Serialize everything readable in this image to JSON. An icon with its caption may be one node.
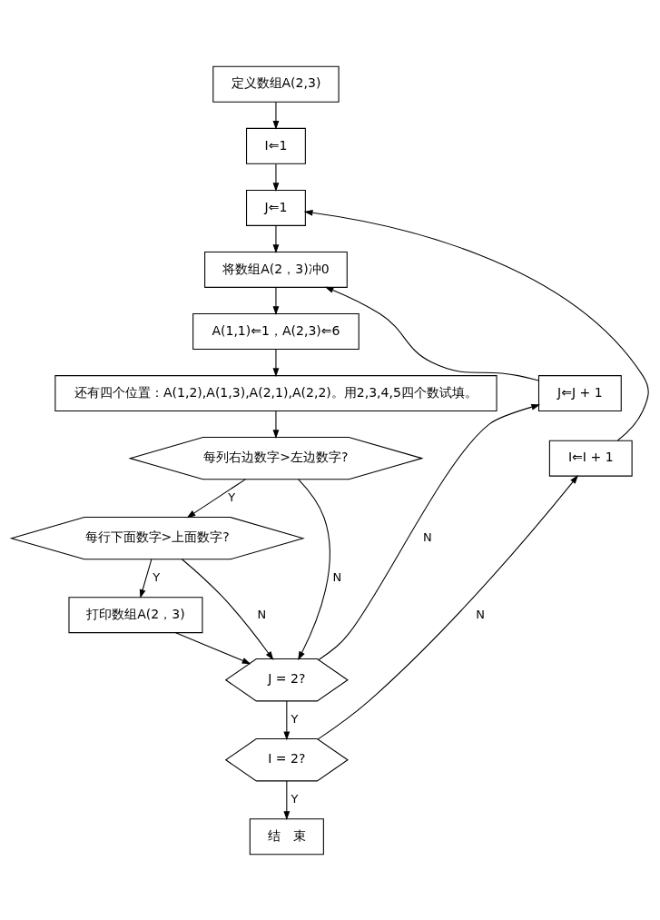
{
  "diagram": {
    "nodes": [
      {
        "text": [
          "定义数组A(2,3)"
        ]
      },
      {
        "text": [
          "I⇐1"
        ]
      },
      {
        "text": [
          "J⇐1"
        ]
      },
      {
        "text": [
          "将数组A(2，3)冲0"
        ]
      },
      {
        "text": [
          "A(1,1)⇐1，A(2,3)⇐6"
        ]
      },
      {
        "text": [
          "还有四个位置：A(1,2),A(1,3),A(2,1),A(2,2)。用2,3,4,5四个数试填。"
        ]
      },
      {
        "text": [
          "每列右边数字>左边数字?"
        ]
      },
      {
        "text": [
          "每行下面数字>上面数字?"
        ]
      },
      {
        "text": [
          "打印数组A(2，3)"
        ]
      },
      {
        "text": [
          "J = 2?"
        ]
      },
      {
        "text": [
          "I = 2?"
        ]
      },
      {
        "text": [
          "结　束"
        ]
      },
      {
        "text": [
          "J⇐J + 1"
        ]
      },
      {
        "text": [
          "I⇐I + 1"
        ]
      }
    ],
    "edges": [
      {
        "from": 0,
        "to": 1,
        "arrow": "to"
      },
      {
        "from": 1,
        "to": 2,
        "arrow": "to"
      },
      {
        "from": 2,
        "to": 3,
        "arrow": "to"
      },
      {
        "from": 3,
        "to": 4,
        "arrow": "to"
      },
      {
        "from": 4,
        "to": 5,
        "arrow": "to"
      },
      {
        "from": 5,
        "to": 6,
        "arrow": "to"
      },
      {
        "from": 6,
        "to": 7,
        "arrow": "to",
        "label": "Y"
      },
      {
        "from": 7,
        "to": 8,
        "arrow": "to",
        "label": "Y"
      },
      {
        "from": 6,
        "to": 9,
        "arrow": "to",
        "label": "N"
      },
      {
        "from": 7,
        "to": 9,
        "arrow": "to",
        "label": "N"
      },
      {
        "from": 8,
        "to": 9,
        "arrow": "to"
      },
      {
        "from": 9,
        "to": 12,
        "arrow": "to",
        "label": "N"
      },
      {
        "from": 12,
        "to": 3,
        "arrow": "to"
      },
      {
        "from": 9,
        "to": 10,
        "arrow": "to",
        "label": "Y"
      },
      {
        "from": 10,
        "to": 13,
        "arrow": "to",
        "label": "N"
      },
      {
        "from": 13,
        "to": 2,
        "arrow": "to"
      },
      {
        "from": 10,
        "to": 11,
        "arrow": "to",
        "label": "Y"
      }
    ]
  }
}
